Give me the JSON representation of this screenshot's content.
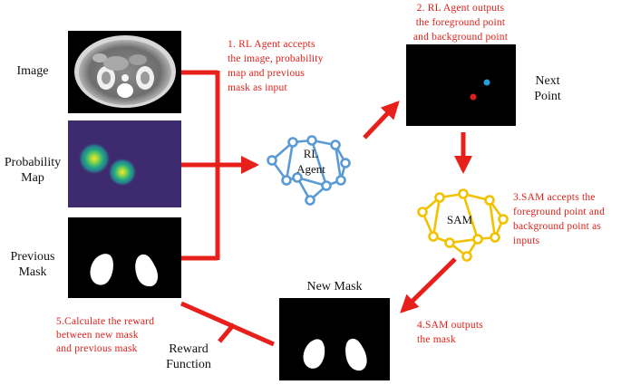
{
  "labels": {
    "image": "Image",
    "prob_map_line1": "Probability",
    "prob_map_line2": "Map",
    "prev_mask_line1": "Previous",
    "prev_mask_line2": "Mask",
    "next_point_line1": "Next",
    "next_point_line2": "Point",
    "new_mask": "New Mask",
    "reward_line1": "Reward",
    "reward_line2": "Function",
    "rl_agent_line1": "RL",
    "rl_agent_line2": "Agent",
    "sam": "SAM"
  },
  "steps": {
    "step1": [
      "1. RL Agent accepts",
      "the image, probability",
      "map and previous",
      "mask as input"
    ],
    "step2": [
      "2. RL Agent outputs",
      "the foreground point",
      "and background point"
    ],
    "step3": [
      "3.SAM accepts the",
      "foreground point and",
      "background point as",
      "inputs"
    ],
    "step4": [
      "4.SAM outputs",
      "the mask"
    ],
    "step5": [
      "5.Calculate the reward",
      "between new mask",
      "and previous mask"
    ]
  },
  "colors": {
    "arrow": "#e8201c",
    "step_text": "#e0201a",
    "agent_network": "#5b9bd5",
    "sam_network": "#f2c200",
    "prob_map_bg": "#3e2a6e",
    "foreground_point": "#2a9de0",
    "background_point": "#e0201a"
  }
}
